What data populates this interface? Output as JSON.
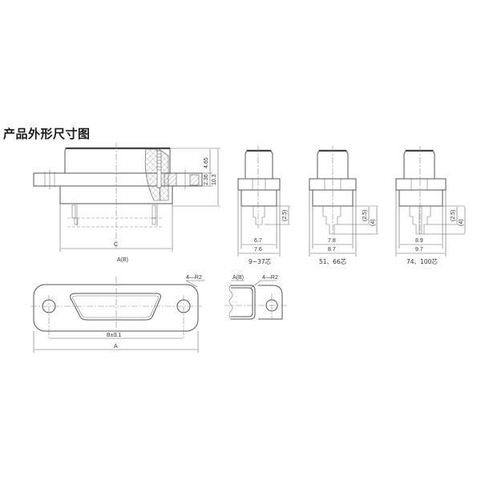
{
  "title": "产品外形尺寸图",
  "main_view": {
    "dims": {
      "h1": "4.65",
      "h2": "2.36",
      "h_total": "10.3",
      "width": "C",
      "section": "A(B)"
    }
  },
  "side_views": [
    {
      "inner": "6.7",
      "outer": "7.6",
      "pin": "(2.5)",
      "caption": "9~37芯"
    },
    {
      "inner": "7.8",
      "outer": "8.7",
      "pin": "(2.5)",
      "pin2": "(4)",
      "caption": "51、66芯"
    },
    {
      "inner": "8.9",
      "outer": "9.7",
      "pin": "(2.5)",
      "pin2": "(4)",
      "caption": "74、100芯"
    }
  ],
  "flange_view": {
    "radius": "4—R2",
    "hole_spacing": "B±0.1",
    "length": "A"
  },
  "detail_view": {
    "label": "A(B)",
    "radius": "4—R2"
  }
}
